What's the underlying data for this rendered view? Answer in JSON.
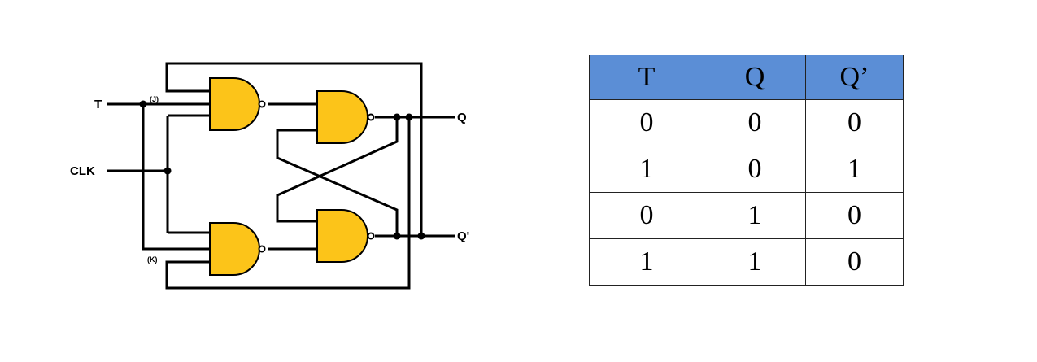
{
  "circuit": {
    "input_t": "T",
    "input_clk": "CLK",
    "label_j": "(J)",
    "label_k": "(K)",
    "output_q": "Q",
    "output_q_bar": "Q'",
    "gate_color": "#fcc419"
  },
  "table": {
    "header_color": "#5b8ed6",
    "headers": [
      "T",
      "Q",
      "Q’"
    ],
    "rows": [
      [
        "0",
        "0",
        "0"
      ],
      [
        "1",
        "0",
        "1"
      ],
      [
        "0",
        "1",
        "0"
      ],
      [
        "1",
        "1",
        "0"
      ]
    ]
  }
}
